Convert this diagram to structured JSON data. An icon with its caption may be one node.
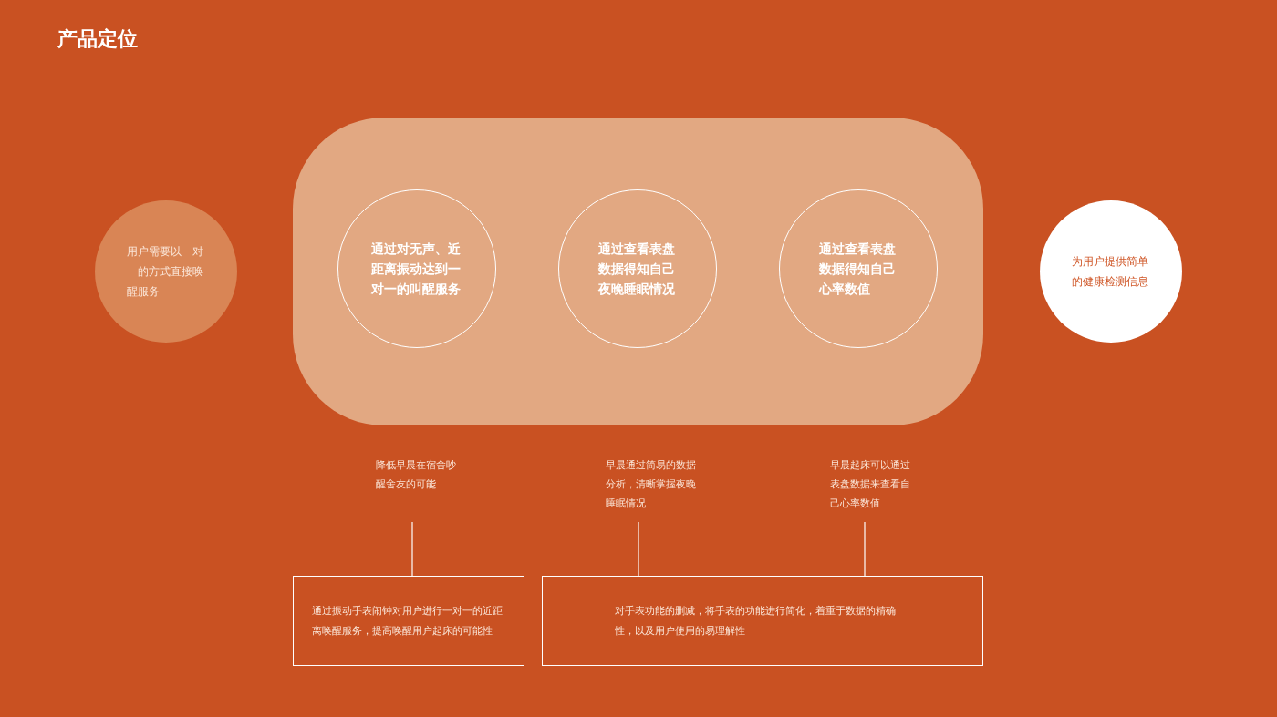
{
  "diagram": {
    "title": "产品定位",
    "nodes": [
      {
        "text": [
          "用户需要以一对一的方式直接唤醒服务"
        ]
      },
      {
        "text": [],
        "shape": "box"
      },
      {
        "text": [
          "通过对无声、近距离振动达到一对一的叫醒服务"
        ],
        "in": 1
      },
      {
        "text": [
          "通过查看表盘数据得知自己夜晚睡眠情况"
        ],
        "in": 1
      },
      {
        "text": [
          "通过查看表盘数据得知自己心率数值"
        ],
        "in": 1
      },
      {
        "text": [
          "为用户提供简单的健康检测信息"
        ]
      },
      {
        "text": [
          "降低早晨在宿舍吵醒舍友的可能"
        ]
      },
      {
        "text": [
          "早晨通过简易的数据分析，清晰掌握夜晚睡眠情况"
        ]
      },
      {
        "text": [
          "早晨起床可以通过表盘数据来查看自己心率数值"
        ]
      },
      {
        "text": [
          "通过振动手表闹钟对用户进行一对一的近距离唤醒服务，提高唤醒用户起床的可能性"
        ]
      },
      {
        "text": [
          "对手表功能的删减，将手表的功能进行简化，着重于数据的精确性，以及用户使用的易理解性"
        ]
      }
    ],
    "edges": [
      {
        "from": 6,
        "to": 9,
        "arrow": "none"
      },
      {
        "from": 7,
        "to": 10,
        "arrow": "none"
      },
      {
        "from": 8,
        "to": 10,
        "arrow": "none"
      }
    ]
  }
}
